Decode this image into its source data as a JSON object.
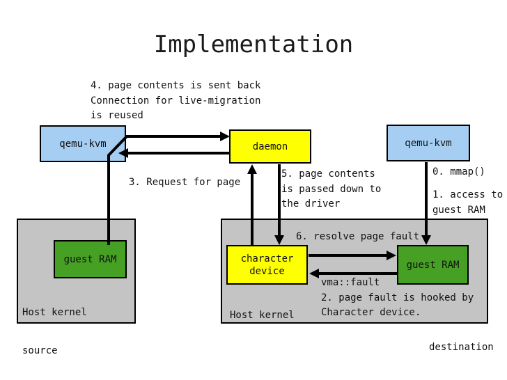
{
  "title": "Implementation",
  "colors": {
    "box_blue": "#a5cef2",
    "box_yellow": "#feff00",
    "box_green": "#46a024",
    "panel_gray": "#c4c4c4",
    "line_black": "#000000"
  },
  "source": {
    "qemu_kvm": "qemu-kvm",
    "guest_ram": "guest RAM",
    "host_kernel": "Host kernel",
    "label": "source"
  },
  "middle": {
    "daemon": "daemon"
  },
  "destination": {
    "qemu_kvm": "qemu-kvm",
    "character_device": "character\ndevice",
    "guest_ram": "guest RAM",
    "host_kernel": "Host kernel",
    "label": "destination"
  },
  "annotations": {
    "step4": "4. page contents is sent back\nConnection for live-migration\nis reused",
    "step3": "3. Request for page",
    "step5": "5. page contents\nis passed down to\nthe driver",
    "step0": "0. mmap()",
    "step1": "1. access to\nguest RAM",
    "step6": "6. resolve page fault",
    "step2": "vma::fault\n2. page fault is hooked by\nCharacter device."
  }
}
